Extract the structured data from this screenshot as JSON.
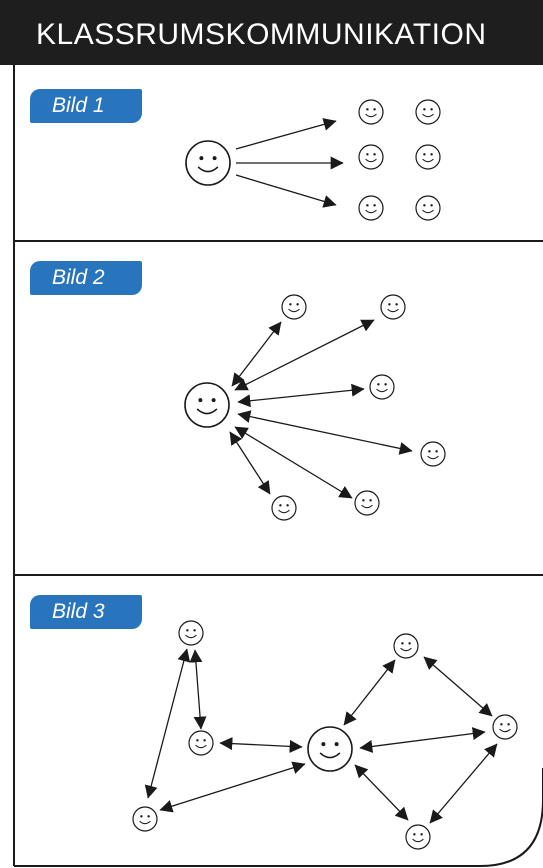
{
  "header": {
    "title": "KLASSRUMSKOMMUNIKATION"
  },
  "panels": [
    {
      "label": "Bild 1"
    },
    {
      "label": "Bild 2"
    },
    {
      "label": "Bild 3"
    }
  ],
  "colors": {
    "header_bg": "#1e1e1e",
    "pill": "#2875bd",
    "line": "#1a1a1a"
  },
  "icons": {
    "node": "smiley-face-icon",
    "arrow": "arrowhead"
  }
}
